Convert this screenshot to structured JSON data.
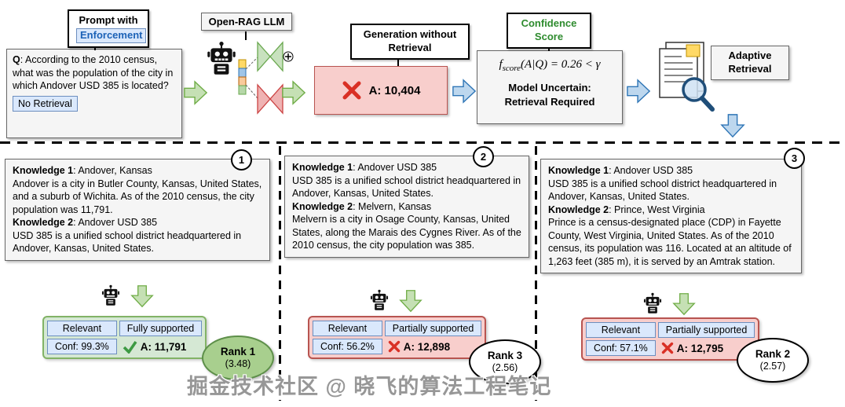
{
  "pipeline": {
    "prompt_callout": {
      "line1": "Prompt with",
      "line2": "Enforcement"
    },
    "question": {
      "label": "Q",
      "text": ": According to the 2010 census, what was the population of the city in which Andover USD 385 is located?",
      "tag": "No Retrieval"
    },
    "llm_label": "Open-RAG LLM",
    "generation_callout": {
      "line1": "Generation without",
      "line2": "Retrieval"
    },
    "no_retrieval_answer": "A: 10,404",
    "confidence_callout": {
      "line1": "Confidence",
      "line2": "Score"
    },
    "formula": {
      "f": "f",
      "sub": "score",
      "mid": "(A|Q) = 0.26 < ",
      "gamma": "γ"
    },
    "uncertain": {
      "line1": "Model Uncertain:",
      "line2": "Retrieval Required"
    },
    "adaptive_callout": {
      "line1": "Adaptive",
      "line2": "Retrieval"
    }
  },
  "branches": [
    {
      "num": "1",
      "k1_label": "Knowledge 1",
      "k1_head": ": Andover, Kansas",
      "k1_body": "Andover is a city in Butler County, Kansas, United States, and a suburb of Wichita. As of the 2010 census, the city population was 11,791.",
      "k2_label": "Knowledge 2",
      "k2_head": ": Andover USD 385",
      "k2_body": "USD 385 is a unified school district headquartered in Andover, Kansas, United States.",
      "relevance": "Relevant",
      "support": "Fully supported",
      "confidence": "Conf: 99.3%",
      "answer": "A: 11,791",
      "answer_icon": "check",
      "rank": "Rank 1",
      "score": "(3.48)"
    },
    {
      "num": "2",
      "k1_label": "Knowledge 1",
      "k1_head": ": Andover USD 385",
      "k1_body": "USD 385 is a unified school district headquartered in Andover, Kansas, United States.",
      "k2_label": "Knowledge 2",
      "k2_head": ": Melvern, Kansas",
      "k2_body": "Melvern is a city in Osage County, Kansas, United States, along the Marais des Cygnes River. As of the 2010 census, the city population was 385.",
      "relevance": "Relevant",
      "support": "Partially supported",
      "confidence": "Conf: 56.2%",
      "answer": "A: 12,898",
      "answer_icon": "cross",
      "rank": "Rank 3",
      "score": "(2.56)"
    },
    {
      "num": "3",
      "k1_label": "Knowledge 1",
      "k1_head": ": Andover USD 385",
      "k1_body": "USD 385 is a unified school district headquartered in Andover, Kansas, United States.",
      "k2_label": "Knowledge 2",
      "k2_head": ": Prince, West Virginia",
      "k2_body": "Prince is a census-designated place (CDP) in Fayette County, West Virginia, United States. As of the 2010 census, its population was 116. Located at an altitude of 1,263 feet (385 m), it is served by an Amtrak station.",
      "relevance": "Relevant",
      "support": "Partially supported",
      "confidence": "Conf: 57.1%",
      "answer": "A: 12,795",
      "answer_icon": "cross",
      "rank": "Rank 2",
      "score": "(2.57)"
    }
  ],
  "colors": {
    "green_fill": "#d5e8d4",
    "green_border": "#82b366",
    "red_fill": "#f8cecc",
    "red_border": "#b85450",
    "blue_fill": "#dae8fc",
    "blue_border": "#6c8ebf",
    "confidence_text": "#2e8b2e",
    "enforcement_text": "#1c62b7"
  },
  "watermark": "掘金技术社区 @ 晓飞的算法工程笔记"
}
